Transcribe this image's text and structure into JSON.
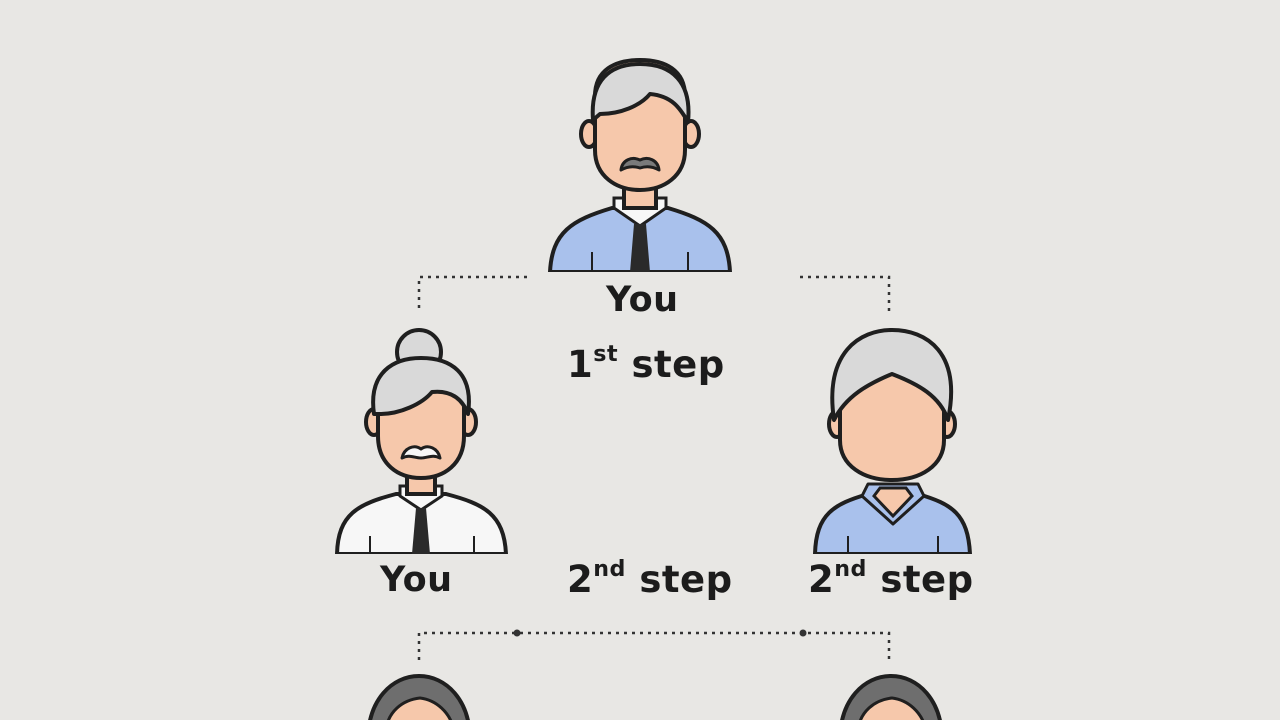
{
  "colors": {
    "background": "#e8e7e4",
    "outline": "#1f1f1f",
    "skin": "#f6c8ab",
    "grey_hair": "#d9d9d9",
    "brown_hair": "#6e6e6e",
    "blue_shirt": "#a9c1ec",
    "white_shirt": "#f7f7f7",
    "tie": "#2a2a2a",
    "mustache": "#7a7a7a",
    "connector": "#333333"
  },
  "people": [
    {
      "id": "grandfather",
      "icon": "grandfather-icon"
    },
    {
      "id": "grandmother",
      "icon": "grandmother-icon"
    },
    {
      "id": "relative",
      "icon": "relative-icon"
    },
    {
      "id": "child-left",
      "icon": "child-icon"
    },
    {
      "id": "child-right",
      "icon": "child-icon"
    }
  ],
  "labels": {
    "top_you": "You",
    "step1_num": "1",
    "step1_sup": "st",
    "step1_word": "step",
    "mid_you": "You",
    "step2_center_num": "2",
    "step2_center_sup": "nd",
    "step2_center_word": "step",
    "step2_right_num": "2",
    "step2_right_sup": "nd",
    "step2_right_word": "step"
  }
}
